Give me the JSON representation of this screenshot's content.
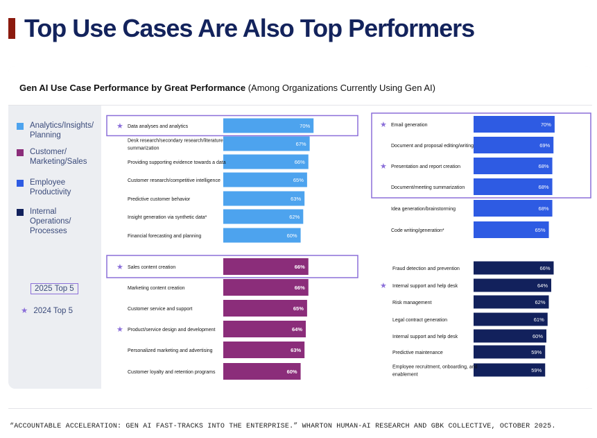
{
  "page": {
    "title": "Top Use Cases Are Also Top Performers",
    "source": "“ACCOUNTABLE ACCELERATION: GEN AI FAST-TRACKS INTO THE ENTERPRISE.” WHARTON HUMAN-AI RESEARCH AND GBK COLLECTIVE, OCTOBER 2025."
  },
  "chart_data": {
    "type": "bar",
    "title_bold": "Gen AI Use Case Performance by Great Performance",
    "title_rest": " (Among Organizations Currently Using Gen AI)",
    "legend": {
      "categories": [
        {
          "label": "Analytics/Insights/ Planning",
          "color": "#4da3ee"
        },
        {
          "label": "Customer/ Marketing/Sales",
          "color": "#8b2d7a"
        },
        {
          "label": "Employee Productivity",
          "color": "#2e5be3"
        },
        {
          "label": "Internal Operations/ Processes",
          "color": "#12215c"
        }
      ],
      "box_label": "2025 Top 5",
      "star_label": "2024 Top 5"
    },
    "groups": [
      {
        "name": "Analytics/Insights/Planning",
        "color": "#4da3ee",
        "items": [
          {
            "label": "Data analyses and analytics",
            "value": 70,
            "value_label": "70%",
            "star": true,
            "top5": true
          },
          {
            "label": "Desk research/secondary research/literature summarization",
            "value": 67,
            "value_label": "67%",
            "star": false,
            "top5": false
          },
          {
            "label": "Providing supporting evidence towards a data",
            "value": 66,
            "value_label": "66%",
            "star": false,
            "top5": false
          },
          {
            "label": "Customer research/competitive intelligence",
            "value": 65,
            "value_label": "65%",
            "star": false,
            "top5": false
          },
          {
            "label": "Predictive customer behavior",
            "value": 63,
            "value_label": "63%",
            "star": false,
            "top5": false
          },
          {
            "label": "Insight generation via synthetic data*",
            "value": 62,
            "value_label": "62%",
            "star": false,
            "top5": false
          },
          {
            "label": "Financial forecasting and planning",
            "value": 60,
            "value_label": "60%",
            "star": false,
            "top5": false
          }
        ]
      },
      {
        "name": "Customer/Marketing/Sales",
        "color": "#8b2d7a",
        "items": [
          {
            "label": "Sales content creation",
            "value": 66,
            "value_label": "66%",
            "star": true,
            "top5": true
          },
          {
            "label": "Marketing content creation",
            "value": 66,
            "value_label": "66%",
            "star": false,
            "top5": false
          },
          {
            "label": "Customer service and support",
            "value": 65,
            "value_label": "65%",
            "star": false,
            "top5": false
          },
          {
            "label": "Product/service design and development",
            "value": 64,
            "value_label": "64%",
            "star": true,
            "top5": false
          },
          {
            "label": "Personalized marketing and advertising",
            "value": 63,
            "value_label": "63%",
            "star": false,
            "top5": false
          },
          {
            "label": "Customer loyalty and retention programs",
            "value": 60,
            "value_label": "60%",
            "star": false,
            "top5": false
          }
        ]
      },
      {
        "name": "Employee Productivity",
        "color": "#2e5be3",
        "items": [
          {
            "label": "Email generation",
            "value": 70,
            "value_label": "70%",
            "star": true,
            "top5": true
          },
          {
            "label": "Document and proposal editing/writing",
            "value": 69,
            "value_label": "69%",
            "star": false,
            "top5": true
          },
          {
            "label": "Presentation and report creation",
            "value": 68,
            "value_label": "68%",
            "star": true,
            "top5": true
          },
          {
            "label": "Document/meeting summarization",
            "value": 68,
            "value_label": "68%",
            "star": false,
            "top5": true
          },
          {
            "label": "Idea generation/brainstorming",
            "value": 68,
            "value_label": "68%",
            "star": false,
            "top5": false
          },
          {
            "label": "Code writing/generation*",
            "value": 65,
            "value_label": "65%",
            "star": false,
            "top5": false
          }
        ]
      },
      {
        "name": "Internal Operations/Processes",
        "color": "#12215c",
        "items": [
          {
            "label": "Fraud detection and prevention",
            "value": 66,
            "value_label": "66%",
            "star": false,
            "top5": false
          },
          {
            "label": "Internal support and help desk",
            "value": 64,
            "value_label": "64%",
            "star": true,
            "top5": false
          },
          {
            "label": "Risk management",
            "value": 62,
            "value_label": "62%",
            "star": false,
            "top5": false
          },
          {
            "label": "Legal contract generation",
            "value": 61,
            "value_label": "61%",
            "star": false,
            "top5": false
          },
          {
            "label": "Internal support and help desk",
            "value": 60,
            "value_label": "60%",
            "star": false,
            "top5": false
          },
          {
            "label": "Predictive maintenance",
            "value": 59,
            "value_label": "59%",
            "star": false,
            "top5": false
          },
          {
            "label": "Employee recruitment, onboarding, and enablement",
            "value": 59,
            "value_label": "59%",
            "star": false,
            "top5": false
          }
        ]
      }
    ]
  }
}
